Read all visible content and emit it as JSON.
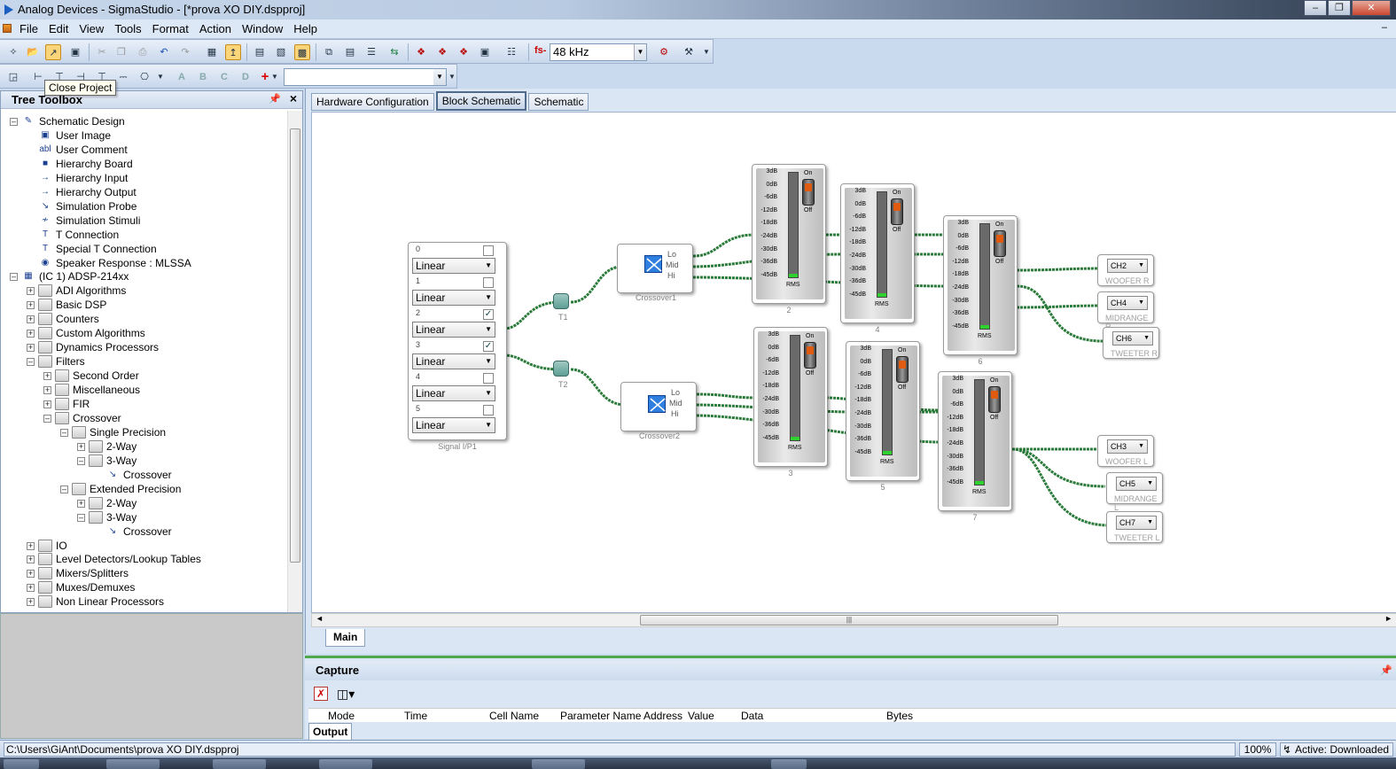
{
  "window": {
    "title": "Analog Devices - SigmaStudio - [*prova XO DIY.dspproj]"
  },
  "menu": [
    "File",
    "Edit",
    "View",
    "Tools",
    "Format",
    "Action",
    "Window",
    "Help"
  ],
  "toolbar": {
    "rate_prefix": "fs-",
    "sample_rate": "48 kHz",
    "tooltip": "Close Project",
    "letter_buttons": [
      "A",
      "B",
      "C",
      "D"
    ]
  },
  "tree": {
    "title": "Tree Toolbox",
    "items": [
      {
        "label": "Schematic Design",
        "icon": "schematic-icon",
        "level": 0,
        "expander": "-"
      },
      {
        "label": "User Image",
        "icon": "image-icon",
        "level": 1,
        "expander": ""
      },
      {
        "label": "User Comment",
        "icon": "comment-icon",
        "level": 1,
        "expander": ""
      },
      {
        "label": "Hierarchy Board",
        "icon": "hierarchy-board-icon",
        "level": 1,
        "expander": ""
      },
      {
        "label": "Hierarchy Input",
        "icon": "hierarchy-input-icon",
        "level": 1,
        "expander": ""
      },
      {
        "label": "Hierarchy Output",
        "icon": "hierarchy-output-icon",
        "level": 1,
        "expander": ""
      },
      {
        "label": "Simulation Probe",
        "icon": "probe-icon",
        "level": 1,
        "expander": ""
      },
      {
        "label": "Simulation Stimuli",
        "icon": "stimuli-icon",
        "level": 1,
        "expander": ""
      },
      {
        "label": "T Connection",
        "icon": "t-connection-icon",
        "level": 1,
        "expander": ""
      },
      {
        "label": "Special T Connection",
        "icon": "special-t-icon",
        "level": 1,
        "expander": ""
      },
      {
        "label": "Speaker Response : MLSSA",
        "icon": "speaker-icon",
        "level": 1,
        "expander": ""
      },
      {
        "label": "(IC 1) ADSP-214xx",
        "icon": "chip-icon",
        "level": 0,
        "expander": "-"
      },
      {
        "label": "ADI Algorithms",
        "icon": "folder-icon",
        "level": 1,
        "expander": "+"
      },
      {
        "label": "Basic DSP",
        "icon": "folder-icon",
        "level": 1,
        "expander": "+"
      },
      {
        "label": "Counters",
        "icon": "folder-icon",
        "level": 1,
        "expander": "+"
      },
      {
        "label": "Custom Algorithms",
        "icon": "folder-icon",
        "level": 1,
        "expander": "+"
      },
      {
        "label": "Dynamics Processors",
        "icon": "folder-icon",
        "level": 1,
        "expander": "+"
      },
      {
        "label": "Filters",
        "icon": "folder-icon",
        "level": 1,
        "expander": "-"
      },
      {
        "label": "Second Order",
        "icon": "folder-icon",
        "level": 2,
        "expander": "+"
      },
      {
        "label": "Miscellaneous",
        "icon": "folder-icon",
        "level": 2,
        "expander": "+"
      },
      {
        "label": "FIR",
        "icon": "folder-icon",
        "level": 2,
        "expander": "+"
      },
      {
        "label": "Crossover",
        "icon": "folder-icon",
        "level": 2,
        "expander": "-"
      },
      {
        "label": "Single Precision",
        "icon": "folder-icon",
        "level": 3,
        "expander": "-"
      },
      {
        "label": "2-Way",
        "icon": "folder-icon",
        "level": 4,
        "expander": "+"
      },
      {
        "label": "3-Way",
        "icon": "folder-icon",
        "level": 4,
        "expander": "-"
      },
      {
        "label": "Crossover",
        "icon": "crossover-icon",
        "level": 5,
        "expander": ""
      },
      {
        "label": "Extended Precision",
        "icon": "folder-icon",
        "level": 3,
        "expander": "-"
      },
      {
        "label": "2-Way",
        "icon": "folder-icon",
        "level": 4,
        "expander": "+"
      },
      {
        "label": "3-Way",
        "icon": "folder-icon",
        "level": 4,
        "expander": "-"
      },
      {
        "label": "Crossover",
        "icon": "crossover-icon",
        "level": 5,
        "expander": ""
      },
      {
        "label": "IO",
        "icon": "folder-icon",
        "level": 1,
        "expander": "+"
      },
      {
        "label": "Level Detectors/Lookup Tables",
        "icon": "folder-icon",
        "level": 1,
        "expander": "+"
      },
      {
        "label": "Mixers/Splitters",
        "icon": "folder-icon",
        "level": 1,
        "expander": "+"
      },
      {
        "label": "Muxes/Demuxes",
        "icon": "folder-icon",
        "level": 1,
        "expander": "+"
      },
      {
        "label": "Non Linear Processors",
        "icon": "folder-icon",
        "level": 1,
        "expander": "+"
      }
    ]
  },
  "tabs": [
    "Hardware Configuration",
    "Block Schematic",
    "Schematic"
  ],
  "active_tab": "Block Schematic",
  "bottom_tab": "Main",
  "schematic": {
    "signal_input": {
      "label": "Signal I/P1",
      "channels": [
        {
          "num": "0",
          "mode": "Linear",
          "checked": false
        },
        {
          "num": "1",
          "mode": "Linear",
          "checked": false
        },
        {
          "num": "2",
          "mode": "Linear",
          "checked": true
        },
        {
          "num": "3",
          "mode": "Linear",
          "checked": true
        },
        {
          "num": "4",
          "mode": "Linear",
          "checked": false
        },
        {
          "num": "5",
          "mode": "Linear",
          "checked": false
        }
      ]
    },
    "t_nodes": [
      "T1",
      "T2"
    ],
    "crossovers": [
      {
        "label": "Crossover1",
        "ports": [
          "Lo",
          "Mid",
          "Hi"
        ]
      },
      {
        "label": "Crossover2",
        "ports": [
          "Lo",
          "Mid",
          "Hi"
        ]
      }
    ],
    "meter_scale": [
      "3dB",
      "0dB",
      "-6dB",
      "-12dB",
      "-18dB",
      "-24dB",
      "-30dB",
      "-36dB",
      "-45dB"
    ],
    "meter_on": "On",
    "meter_off": "Off",
    "meter_rms": "RMS",
    "meters": [
      "2",
      "4",
      "6",
      "3",
      "5",
      "7"
    ],
    "outputs": [
      {
        "channel": "CH2",
        "label": "WOOFER R"
      },
      {
        "channel": "CH4",
        "label": "MIDRANGE R"
      },
      {
        "channel": "CH6",
        "label": "TWEETER R"
      },
      {
        "channel": "CH3",
        "label": "WOOFER L"
      },
      {
        "channel": "CH5",
        "label": "MIDRANGE L"
      },
      {
        "channel": "CH7",
        "label": "TWEETER L"
      }
    ]
  },
  "capture": {
    "title": "Capture",
    "columns": [
      "Mode",
      "Time",
      "Cell Name",
      "Parameter Name",
      "Address",
      "Value",
      "Data",
      "Bytes"
    ],
    "tab": "Output"
  },
  "statusbar": {
    "path": "C:\\Users\\GiAnt\\Documents\\prova XO DIY.dspproj",
    "zoom": "100%",
    "status": "Active: Downloaded"
  },
  "colors": {
    "wire_green": "#2a7a3a",
    "port_blue": "#1a3fd0",
    "port_green": "#1f9a3a",
    "meter_led": "#e05a10"
  }
}
